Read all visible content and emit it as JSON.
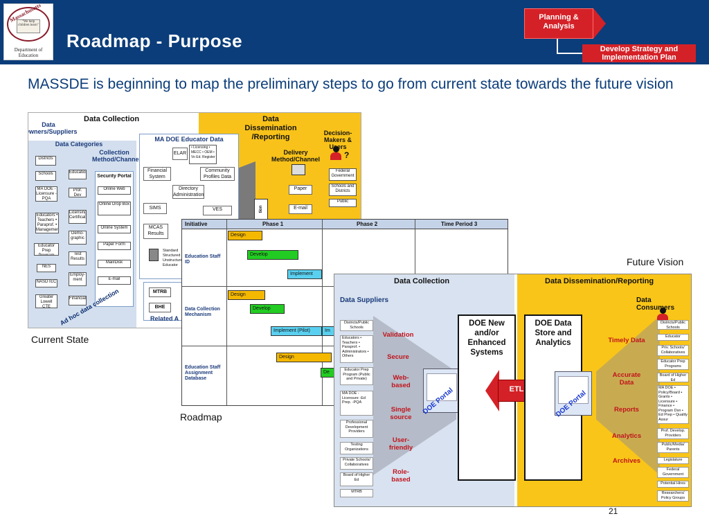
{
  "header": {
    "title": "Roadmap - Purpose",
    "logo": {
      "state": "Massachusetts",
      "motto": "\"We help children learn\"",
      "dept_line1": "Department of",
      "dept_line2": "Education"
    },
    "step_current": "Planning & Analysis",
    "step_next": "Develop Strategy and Implementation Plan",
    "colors": {
      "banner": "#0b3d7a",
      "accent": "#d42127"
    }
  },
  "subtitle": "MASSDE is beginning to map the preliminary steps to go from current state towards the future vision",
  "watermark": "d",
  "current_state": {
    "caption": "Current State",
    "data_collection": "Data Collection",
    "owners": "Data Owners/Suppliers",
    "categories": "Data Categories",
    "method": "Collection Method/Channel",
    "dissemination": "Data Dissemination /Reporting",
    "decision_makers": "Decision-Makers & Users",
    "delivery": "Delivery Method/Channel",
    "educator_data": "MA DOE Educator Data",
    "suppliers": [
      "Districts",
      "Schools",
      "MA DOE -Licensure -PQA",
      "Educators • Teachers • Paraprof. • Management",
      "Educator Prep Program",
      "NES",
      "NASDTEC",
      "Greater Lowell CTE"
    ],
    "categories_list": [
      "Education",
      "Prof. Dev",
      "Licensing Certification",
      "Demo-graphic",
      "Test Results",
      "Employ-ment",
      "Financial"
    ],
    "channels": [
      "Security Portal",
      "Online Web",
      "Online Drop Box",
      "Online System",
      "Paper Form",
      "Mail/Disk",
      "E-mail"
    ],
    "systems": [
      "ELAR",
      "Financial System",
      "Community Profiles Data",
      "Directory Administration",
      "SIMS",
      "VES",
      "MCAS Results",
      "MTRB",
      "BHE"
    ],
    "elar_notes": "• Licensing • MECC • OEM • Vo Ed. Register",
    "standard_note": "Standard Structured Unstructured Educator",
    "related": "Related A",
    "delivery_list": [
      "Paper",
      "E-mail"
    ],
    "users_list": [
      "Federal Government",
      "Schools and Districts",
      "Public"
    ],
    "ad_hoc": "Ad hoc data collection",
    "tion_label": "tion",
    "question_mark": "?"
  },
  "roadmap": {
    "caption": "Roadmap",
    "headers": [
      "Initiative",
      "Phase 1",
      "Phase 2",
      "Time Period 3"
    ],
    "initiatives": [
      {
        "name": "Education Staff ID",
        "bars": [
          "Design",
          "Develop",
          "Implement"
        ]
      },
      {
        "name": "Data Collection Mechanism",
        "bars": [
          "Design",
          "Develop",
          "Implement (Pilot)",
          "Im"
        ]
      },
      {
        "name": "Education Staff Assignment Database",
        "bars": [
          "Design",
          "De"
        ]
      }
    ],
    "colors": {
      "design": "#f5b800",
      "develop": "#22cc22",
      "implement": "#5ad0f0"
    }
  },
  "future_vision": {
    "caption": "Future Vision",
    "collection_header": "Data Collection",
    "dissemination_header": "Data Dissemination/Reporting",
    "suppliers_label": "Data Suppliers",
    "consumers_label": "Data Consumers",
    "suppliers": [
      "Districts/Public Schools",
      "Educators • Teachers • Paraprof. • Administrators • Others",
      "Educator Prep Program (Public and Private)",
      "MA DOE -Licensure -Ed Prep. -PQA",
      "Professional Development Providers",
      "Testing Organizations",
      "Private Schools/ Collaboratives",
      "Board of Higher Ed",
      "MTRB"
    ],
    "qualities": [
      "Validation",
      "Secure",
      "Web-based",
      "Single source",
      "User-friendly",
      "Role-based"
    ],
    "system_new": "DOE New and/or Enhanced Systems",
    "system_store": "DOE Data Store and Analytics",
    "etl": "ETL",
    "portal": "DOE Portal",
    "outputs": [
      "Timely Data",
      "Accurate Data",
      "Reports",
      "Analytics",
      "Archives"
    ],
    "consumers": [
      "Districts/Public Schools",
      "Educator",
      "Priv. Schools/ Collaboratives",
      "Educator Prep Programs",
      "Board of Higher Ed",
      "MA DOE • Policy/Board • Grants • Licensure • Finance • Program Dsn • Ed Prep • Quality Assur",
      "Prof. Develop. Providers",
      "Public/Media/ Parents",
      "Legislature",
      "Federal Government",
      "Potential Hires",
      "Researchers/ Policy Groups"
    ]
  },
  "page_number": "21"
}
